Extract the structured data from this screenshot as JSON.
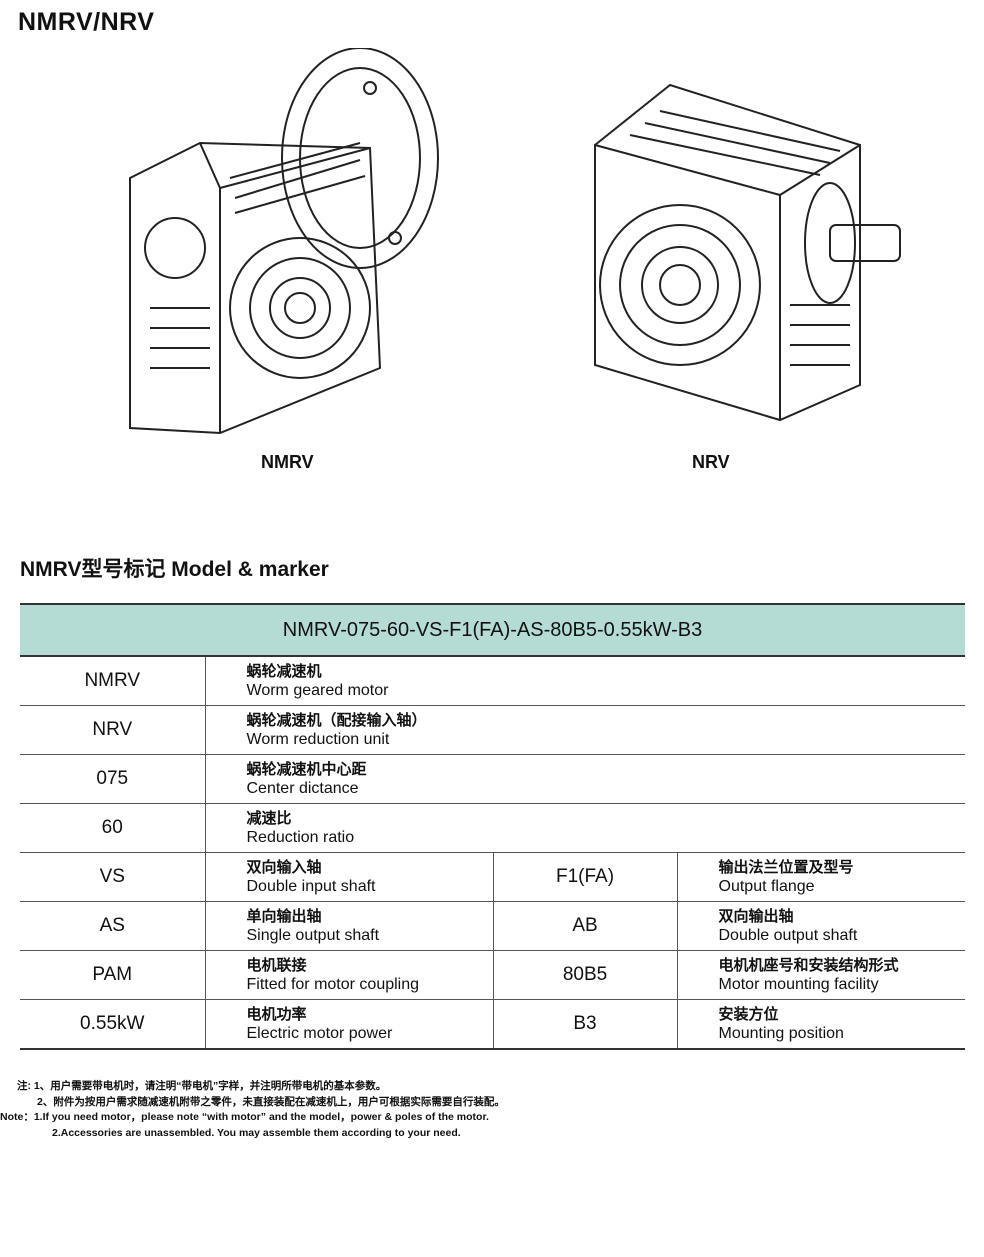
{
  "page_title": "NMRV/NRV",
  "figures": [
    {
      "caption": "NMRV",
      "icon": "worm-gear-motor-drawing"
    },
    {
      "caption": "NRV",
      "icon": "worm-reduction-unit-drawing"
    }
  ],
  "section_title": "NMRV型号标记 Model & marker",
  "table": {
    "header": "NMRV-075-60-VS-F1(FA)-AS-80B5-0.55kW-B3",
    "rows": [
      {
        "code": "NMRV",
        "cn": "蜗轮减速机",
        "en": "Worm geared motor"
      },
      {
        "code": "NRV",
        "cn": "蜗轮减速机（配接输入轴）",
        "en": "Worm reduction unit"
      },
      {
        "code": "075",
        "cn": "蜗轮减速机中心距",
        "en": "Center dictance"
      },
      {
        "code": "60",
        "cn": "减速比",
        "en": "Reduction ratio"
      },
      {
        "code": "VS",
        "cn": "双向输入轴",
        "en": "Double input shaft",
        "code2": "F1(FA)",
        "cn2": "输出法兰位置及型号",
        "en2": "Output flange"
      },
      {
        "code": "AS",
        "cn": "单向输出轴",
        "en": "Single output shaft",
        "code2": "AB",
        "cn2": "双向输出轴",
        "en2": "Double output shaft"
      },
      {
        "code": "PAM",
        "cn": "电机联接",
        "en": "Fitted for motor coupling",
        "code2": "80B5",
        "cn2": "电机机座号和安装结构形式",
        "en2": "Motor mounting facility"
      },
      {
        "code": "0.55kW",
        "cn": "电机功率",
        "en": "Electric motor power",
        "code2": "B3",
        "cn2": "安装方位",
        "en2": "Mounting position"
      }
    ]
  },
  "notes": [
    "注: 1、用户需要带电机时，请注明“带电机”字样，并注明所带电机的基本参数。",
    "2、附件为按用户需求随减速机附带之零件，未直接装配在减速机上，用户可根据实际需要自行装配。",
    "Note：1.If you need motor，please note “with motor” and the model，power & poles of the motor.",
    "2.Accessories are unassembled. You may assemble them according to your need."
  ],
  "colors": {
    "header_bg": "#b5dcd4"
  }
}
